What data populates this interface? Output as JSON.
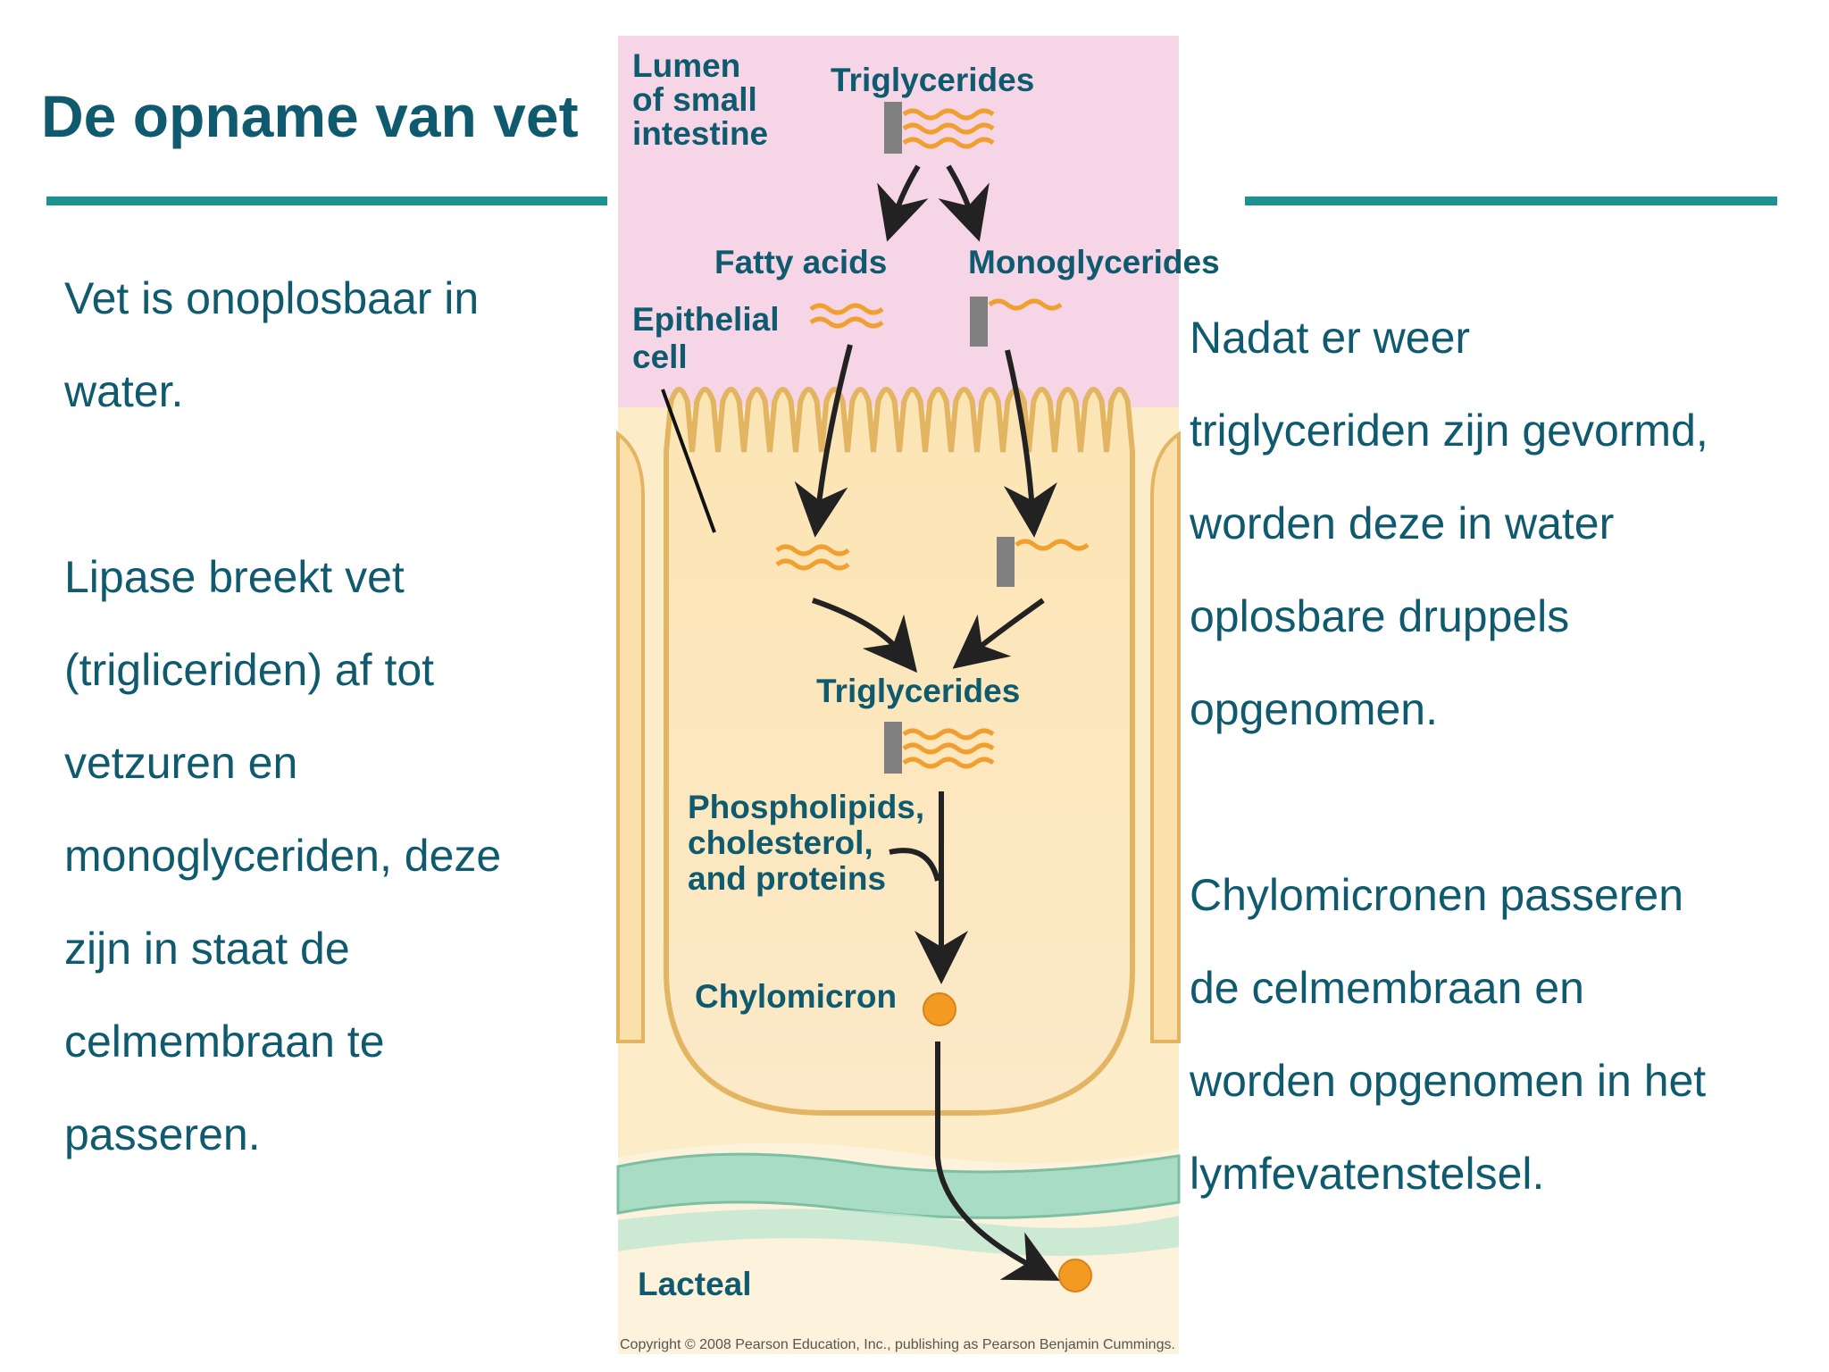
{
  "slide": {
    "title": "De opname van vet",
    "left_paragraphs": [
      [
        "Vet is onoplosbaar in",
        "water."
      ],
      [
        "Lipase breekt vet",
        "(trigliceriden) af tot",
        "vetzuren en",
        "monoglyceriden, deze",
        "zijn in staat de",
        "celmembraan te",
        "passeren."
      ]
    ],
    "right_paragraphs": [
      [
        "Nadat er weer",
        "triglyceriden zijn gevormd,",
        "worden deze in water",
        "oplosbare druppels",
        "opgenomen."
      ],
      [
        "Chylomicronen passeren",
        "de celmembraan en",
        "worden opgenomen in het",
        "lymfevatenstelsel."
      ]
    ]
  },
  "diagram": {
    "labels": {
      "lumen": [
        "Lumen",
        "of small",
        "intestine"
      ],
      "triglycerides_top": "Triglycerides",
      "fatty_acids": "Fatty acids",
      "monoglycerides": "Monoglycerides",
      "epithelial_cell": [
        "Epithelial",
        "cell"
      ],
      "triglycerides_cell": "Triglycerides",
      "phospholipids": [
        "Phospholipids,",
        "cholesterol,",
        "and proteins"
      ],
      "chylomicron": "Chylomicron",
      "lacteal": "Lacteal"
    },
    "copyright": "Copyright © 2008 Pearson Education, Inc., publishing as Pearson Benjamin Cummings."
  },
  "colors": {
    "title": "#0f5a6e",
    "text": "#0f5a6e",
    "rule": "#1d9391",
    "lumen": "#f6d6e6",
    "cell": "#fbe3b6",
    "membrane": "#e3b562",
    "lipid_wave": "#f0a030",
    "glycerol": "#808080",
    "lacteal": "#a9dcc4",
    "chylomicron": "#f29a22",
    "arrow": "#222222"
  }
}
